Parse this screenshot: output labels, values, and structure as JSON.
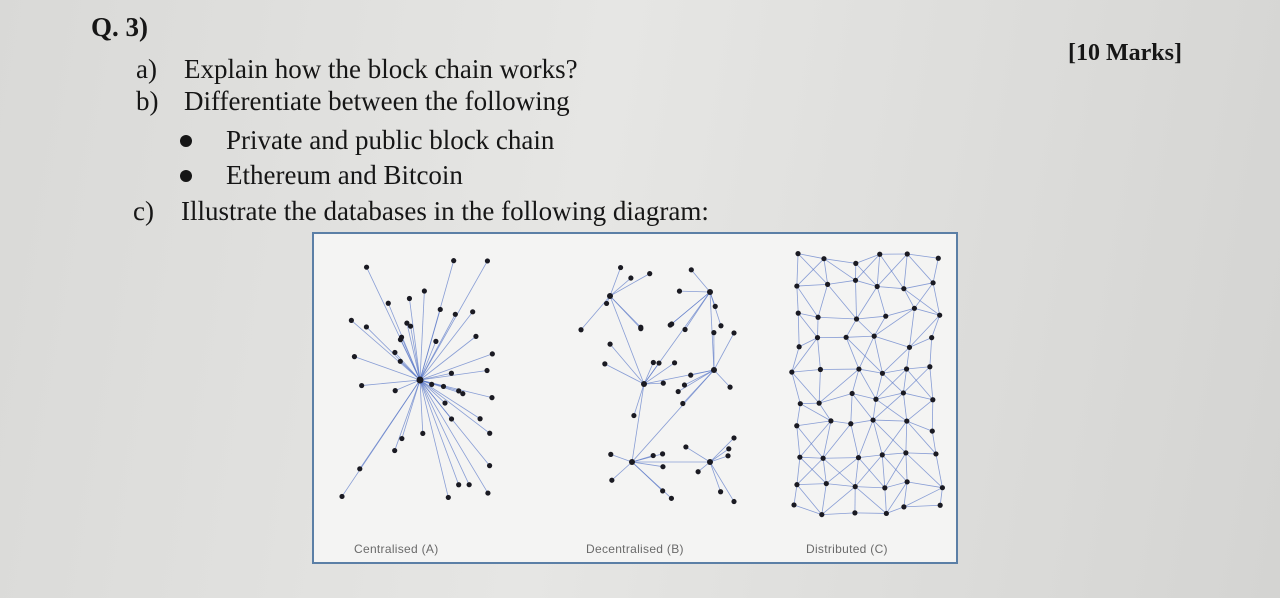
{
  "question": {
    "number": "Q. 3)",
    "marks": "[10 Marks]",
    "parts": {
      "a": {
        "label": "a)",
        "text": "Explain how the block chain works?"
      },
      "b": {
        "label": "b)",
        "text": "Differentiate between the following",
        "bullets": [
          "Private and public block chain",
          "Ethereum and Bitcoin"
        ]
      },
      "c": {
        "label": "c)",
        "text": "Illustrate the databases in the following diagram:"
      }
    }
  },
  "diagram": {
    "captions": [
      "Centralised (A)",
      "Decentralised (B)",
      "Distributed (C)"
    ],
    "colors": {
      "node": "#1a1a22",
      "edge": "#5a78c8",
      "border": "#5b7fa6"
    }
  }
}
